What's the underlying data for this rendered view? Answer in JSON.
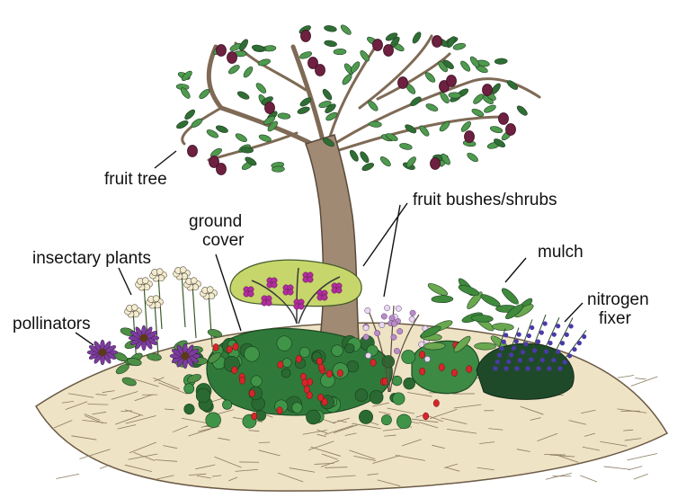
{
  "labels": {
    "fruit_tree": "fruit tree",
    "fruit_bushes": "fruit bushes/shrubs",
    "ground_cover_1": "ground",
    "ground_cover_2": "cover",
    "insectary": "insectary plants",
    "pollinators": "pollinators",
    "mulch": "mulch",
    "nitrogen_1": "nitrogen",
    "nitrogen_2": "fixer"
  },
  "colors": {
    "bark": "#a08a73",
    "leaf": "#4e9a4e",
    "leaf_dark": "#2f6e34",
    "fruit": "#6d2040",
    "berry": "#d6262b",
    "mulch": "#efe3c6",
    "shrub_fruit": "#b02f9c",
    "flower_purple": "#7c3c9e",
    "flower_cream": "#f3ecd0",
    "nitrogen_flower": "#4a3aa8"
  },
  "icons": [
    "fruit-tree-icon",
    "fruit-bush-icon",
    "ground-cover-icon",
    "insectary-plant-icon",
    "pollinator-flower-icon",
    "mulch-icon",
    "nitrogen-fixer-icon"
  ]
}
